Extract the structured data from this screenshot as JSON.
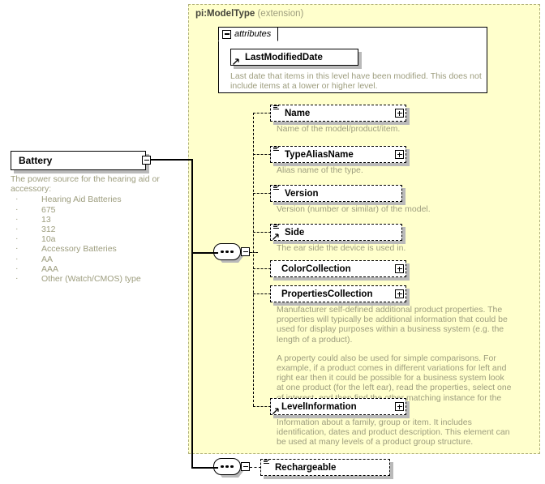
{
  "diagram": {
    "type": "xsd-schema-diagram",
    "colors": {
      "extension_background": "#FFFFCC",
      "extension_border": "#B0B07A",
      "description_text": "#9D9D7E",
      "node_shadow": "#B9B9B9",
      "node_border": "#000000",
      "node_fill": "#FFFFFF"
    }
  },
  "root_element": {
    "name": "Battery",
    "toggle": "minus",
    "toggle_icon": "collapse-icon",
    "description_lead": "The power source for the hearing aid or accessory:",
    "description_items": [
      "Hearing Aid Batteries",
      "675",
      "13",
      "312",
      "10a",
      "Accessory Batteries",
      "AA",
      "AAA",
      "Other (Watch/CMOS) type"
    ]
  },
  "extension": {
    "type_name": "pi:ModelType",
    "qualifier": "(extension)"
  },
  "attributes_group": {
    "label": "attributes",
    "toggle": "minus",
    "toggle_icon": "collapse-icon",
    "items": [
      {
        "name": "LastModifiedDate",
        "optional": false,
        "has_type_arrow": true,
        "description": "Last date that items in this level have been modified. This does not include items at a lower or higher level."
      }
    ]
  },
  "sequence_top": {
    "compositor": "sequence-icon",
    "toggle": "minus"
  },
  "elements": [
    {
      "name": "Name",
      "optional": true,
      "expandable": true,
      "toggle": "plus",
      "has_lines_icon": true,
      "has_type_arrow": false,
      "description": "Name of the model/product/item."
    },
    {
      "name": "TypeAliasName",
      "optional": true,
      "expandable": true,
      "toggle": "plus",
      "has_lines_icon": true,
      "has_type_arrow": false,
      "description": "Alias name of the type."
    },
    {
      "name": "Version",
      "optional": true,
      "expandable": false,
      "toggle": null,
      "has_lines_icon": true,
      "has_type_arrow": false,
      "description": "Version (number or similar) of the model."
    },
    {
      "name": "Side",
      "optional": true,
      "expandable": false,
      "toggle": null,
      "has_lines_icon": true,
      "has_type_arrow": true,
      "description": "The ear side the device is used in."
    },
    {
      "name": "ColorCollection",
      "optional": true,
      "expandable": true,
      "toggle": "plus",
      "has_lines_icon": false,
      "has_type_arrow": false,
      "description": ""
    },
    {
      "name": "PropertiesCollection",
      "optional": true,
      "expandable": true,
      "toggle": "plus",
      "has_lines_icon": false,
      "has_type_arrow": false,
      "description_paragraphs": [
        "Manufacturer self-defined additional product properties.  The properties will typically be additional information that could be used for display purposes within a business system (e.g. the length of a product).",
        "A property could also be used for simple comparisons.  For example, if a product comes in different variations for left and right ear then it could be possible for a business system look at one product (for the left ear), read the properties, select one of interest, and then find the other matching instance for the right ear."
      ]
    },
    {
      "name": "LevelInformation",
      "optional": true,
      "expandable": true,
      "toggle": "plus",
      "has_lines_icon": false,
      "has_type_arrow": true,
      "description": "Information about a family, group or item. It includes identification, dates and product description. This element can be used at many levels of a product group structure."
    }
  ],
  "sequence_bottom": {
    "compositor": "sequence-icon",
    "toggle": "minus"
  },
  "bottom_element": {
    "name": "Rechargeable",
    "optional": true,
    "has_lines_icon": true,
    "toggle": null
  }
}
